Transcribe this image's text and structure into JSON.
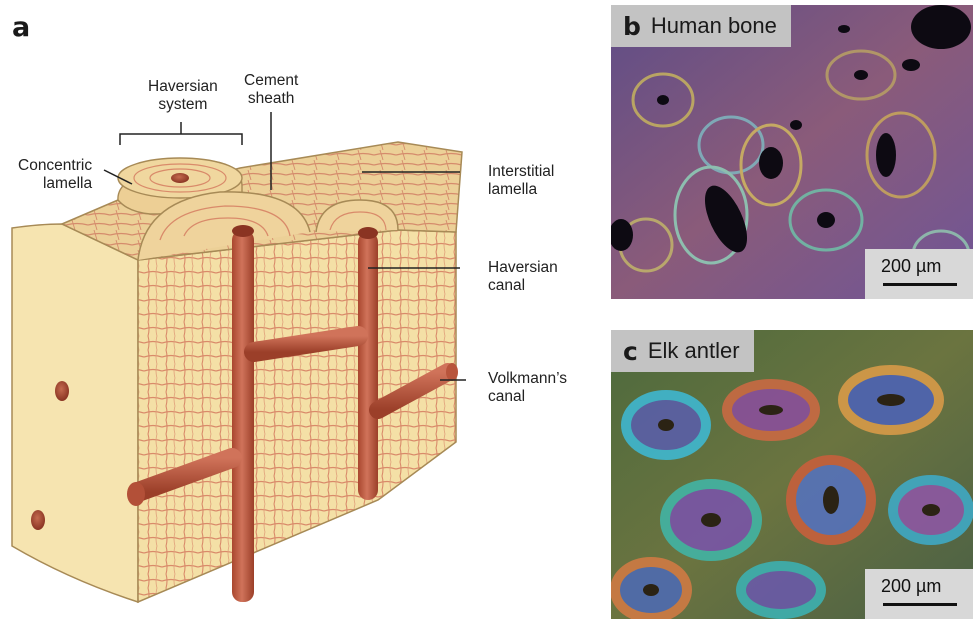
{
  "panels": {
    "a": {
      "letter": "a",
      "labels": {
        "haversian_system": [
          "Haversian",
          "system"
        ],
        "cement_sheath": [
          "Cement",
          "sheath"
        ],
        "concentric_lamella": [
          "Concentric",
          "lamella"
        ],
        "interstitial_lamella": [
          "Interstitial",
          "lamella"
        ],
        "haversian_canal": [
          "Haversian",
          "canal"
        ],
        "volkmanns_canal": [
          "Volkmann’s",
          "canal"
        ]
      }
    },
    "b": {
      "letter": "b",
      "title": "Human bone",
      "scale": "200 µm"
    },
    "c": {
      "letter": "c",
      "title": "Elk antler",
      "scale": "200 µm"
    }
  },
  "colors": {
    "bone_fill": "#f3dfa3",
    "bone_top": "#e9c98f",
    "lamella_lines": "#d98a6a",
    "canal": "#c15a41",
    "outline": "#a78a56",
    "tag_bg": "#c3c3c3"
  }
}
